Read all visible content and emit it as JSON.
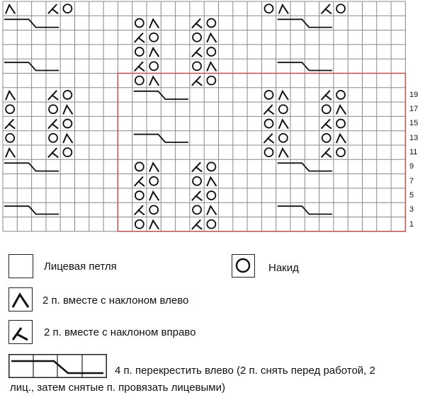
{
  "grid": {
    "cols": 28,
    "rows": 16,
    "line_color": "#888888",
    "symbol_color": "#111111",
    "repeat_outline_color": "#c0504d",
    "repeat_outline": {
      "col_start": 9,
      "col_end": 28,
      "row_start": 6,
      "row_end": 16
    },
    "cells": [
      {
        "row": 1,
        "col": 1,
        "sym": "k2tog-left"
      },
      {
        "row": 1,
        "col": 4,
        "sym": "k2tog-right"
      },
      {
        "row": 1,
        "col": 5,
        "sym": "yo"
      },
      {
        "row": 1,
        "col": 19,
        "sym": "yo"
      },
      {
        "row": 1,
        "col": 20,
        "sym": "k2tog-left"
      },
      {
        "row": 1,
        "col": 23,
        "sym": "k2tog-right"
      },
      {
        "row": 1,
        "col": 24,
        "sym": "yo"
      },
      {
        "row": 2,
        "col": 10,
        "sym": "yo"
      },
      {
        "row": 2,
        "col": 11,
        "sym": "k2tog-left"
      },
      {
        "row": 2,
        "col": 14,
        "sym": "k2tog-right"
      },
      {
        "row": 2,
        "col": 15,
        "sym": "yo"
      },
      {
        "row": 3,
        "col": 10,
        "sym": "k2tog-right"
      },
      {
        "row": 3,
        "col": 11,
        "sym": "yo"
      },
      {
        "row": 3,
        "col": 14,
        "sym": "yo"
      },
      {
        "row": 3,
        "col": 15,
        "sym": "k2tog-left"
      },
      {
        "row": 4,
        "col": 10,
        "sym": "yo"
      },
      {
        "row": 4,
        "col": 11,
        "sym": "k2tog-left"
      },
      {
        "row": 4,
        "col": 14,
        "sym": "k2tog-right"
      },
      {
        "row": 4,
        "col": 15,
        "sym": "yo"
      },
      {
        "row": 5,
        "col": 10,
        "sym": "k2tog-right"
      },
      {
        "row": 5,
        "col": 11,
        "sym": "yo"
      },
      {
        "row": 5,
        "col": 14,
        "sym": "yo"
      },
      {
        "row": 5,
        "col": 15,
        "sym": "k2tog-left"
      },
      {
        "row": 6,
        "col": 10,
        "sym": "yo"
      },
      {
        "row": 6,
        "col": 11,
        "sym": "k2tog-left"
      },
      {
        "row": 6,
        "col": 14,
        "sym": "k2tog-right"
      },
      {
        "row": 6,
        "col": 15,
        "sym": "yo"
      },
      {
        "row": 7,
        "col": 1,
        "sym": "k2tog-left"
      },
      {
        "row": 7,
        "col": 4,
        "sym": "k2tog-right"
      },
      {
        "row": 7,
        "col": 5,
        "sym": "yo"
      },
      {
        "row": 7,
        "col": 19,
        "sym": "yo"
      },
      {
        "row": 7,
        "col": 20,
        "sym": "k2tog-left"
      },
      {
        "row": 7,
        "col": 23,
        "sym": "k2tog-right"
      },
      {
        "row": 7,
        "col": 24,
        "sym": "yo"
      },
      {
        "row": 8,
        "col": 1,
        "sym": "yo"
      },
      {
        "row": 8,
        "col": 4,
        "sym": "yo"
      },
      {
        "row": 8,
        "col": 5,
        "sym": "k2tog-left"
      },
      {
        "row": 8,
        "col": 19,
        "sym": "k2tog-right"
      },
      {
        "row": 8,
        "col": 20,
        "sym": "yo"
      },
      {
        "row": 8,
        "col": 23,
        "sym": "yo"
      },
      {
        "row": 8,
        "col": 24,
        "sym": "k2tog-left"
      },
      {
        "row": 9,
        "col": 1,
        "sym": "k2tog-right"
      },
      {
        "row": 9,
        "col": 4,
        "sym": "k2tog-right"
      },
      {
        "row": 9,
        "col": 5,
        "sym": "yo"
      },
      {
        "row": 9,
        "col": 19,
        "sym": "yo"
      },
      {
        "row": 9,
        "col": 20,
        "sym": "k2tog-left"
      },
      {
        "row": 9,
        "col": 23,
        "sym": "k2tog-right"
      },
      {
        "row": 9,
        "col": 24,
        "sym": "yo"
      },
      {
        "row": 10,
        "col": 1,
        "sym": "yo"
      },
      {
        "row": 10,
        "col": 4,
        "sym": "yo"
      },
      {
        "row": 10,
        "col": 5,
        "sym": "k2tog-left"
      },
      {
        "row": 10,
        "col": 19,
        "sym": "k2tog-right"
      },
      {
        "row": 10,
        "col": 20,
        "sym": "yo"
      },
      {
        "row": 10,
        "col": 23,
        "sym": "yo"
      },
      {
        "row": 10,
        "col": 24,
        "sym": "k2tog-left"
      },
      {
        "row": 11,
        "col": 1,
        "sym": "k2tog-left"
      },
      {
        "row": 11,
        "col": 4,
        "sym": "k2tog-right"
      },
      {
        "row": 11,
        "col": 5,
        "sym": "yo"
      },
      {
        "row": 11,
        "col": 19,
        "sym": "yo"
      },
      {
        "row": 11,
        "col": 20,
        "sym": "k2tog-left"
      },
      {
        "row": 11,
        "col": 23,
        "sym": "k2tog-right"
      },
      {
        "row": 11,
        "col": 24,
        "sym": "yo"
      },
      {
        "row": 12,
        "col": 10,
        "sym": "yo"
      },
      {
        "row": 12,
        "col": 11,
        "sym": "k2tog-left"
      },
      {
        "row": 12,
        "col": 14,
        "sym": "k2tog-right"
      },
      {
        "row": 12,
        "col": 15,
        "sym": "yo"
      },
      {
        "row": 13,
        "col": 10,
        "sym": "k2tog-right"
      },
      {
        "row": 13,
        "col": 11,
        "sym": "yo"
      },
      {
        "row": 13,
        "col": 14,
        "sym": "yo"
      },
      {
        "row": 13,
        "col": 15,
        "sym": "k2tog-left"
      },
      {
        "row": 14,
        "col": 10,
        "sym": "yo"
      },
      {
        "row": 14,
        "col": 11,
        "sym": "k2tog-left"
      },
      {
        "row": 14,
        "col": 14,
        "sym": "k2tog-right"
      },
      {
        "row": 14,
        "col": 15,
        "sym": "yo"
      },
      {
        "row": 15,
        "col": 10,
        "sym": "k2tog-right"
      },
      {
        "row": 15,
        "col": 11,
        "sym": "yo"
      },
      {
        "row": 15,
        "col": 14,
        "sym": "yo"
      },
      {
        "row": 15,
        "col": 15,
        "sym": "k2tog-left"
      },
      {
        "row": 16,
        "col": 10,
        "sym": "yo"
      },
      {
        "row": 16,
        "col": 11,
        "sym": "k2tog-left"
      },
      {
        "row": 16,
        "col": 14,
        "sym": "k2tog-right"
      },
      {
        "row": 16,
        "col": 15,
        "sym": "yo"
      }
    ],
    "cables": [
      {
        "row": 2,
        "col": 1
      },
      {
        "row": 2,
        "col": 20
      },
      {
        "row": 5,
        "col": 1
      },
      {
        "row": 5,
        "col": 20
      },
      {
        "row": 7,
        "col": 10
      },
      {
        "row": 10,
        "col": 10
      },
      {
        "row": 12,
        "col": 1
      },
      {
        "row": 12,
        "col": 20
      },
      {
        "row": 15,
        "col": 1
      },
      {
        "row": 15,
        "col": 20
      }
    ]
  },
  "row_numbers": [
    {
      "label": "19",
      "row": 7
    },
    {
      "label": "17",
      "row": 8
    },
    {
      "label": "15",
      "row": 9
    },
    {
      "label": "13",
      "row": 10
    },
    {
      "label": "11",
      "row": 11
    },
    {
      "label": "9",
      "row": 12
    },
    {
      "label": "7",
      "row": 13
    },
    {
      "label": "5",
      "row": 14
    },
    {
      "label": "3",
      "row": 15
    },
    {
      "label": "1",
      "row": 16
    }
  ],
  "legend": {
    "knit": "Лицевая петля",
    "yarn_over": "Накид",
    "k2tog_left": "2 п. вместе с наклоном влево",
    "k2tog_right": "2 п. вместе с наклоном вправо",
    "cable": "4 п. перекрестить влево (2 п. снять перед работой, 2 лиц., затем снятые п. провязать лицевыми)"
  }
}
